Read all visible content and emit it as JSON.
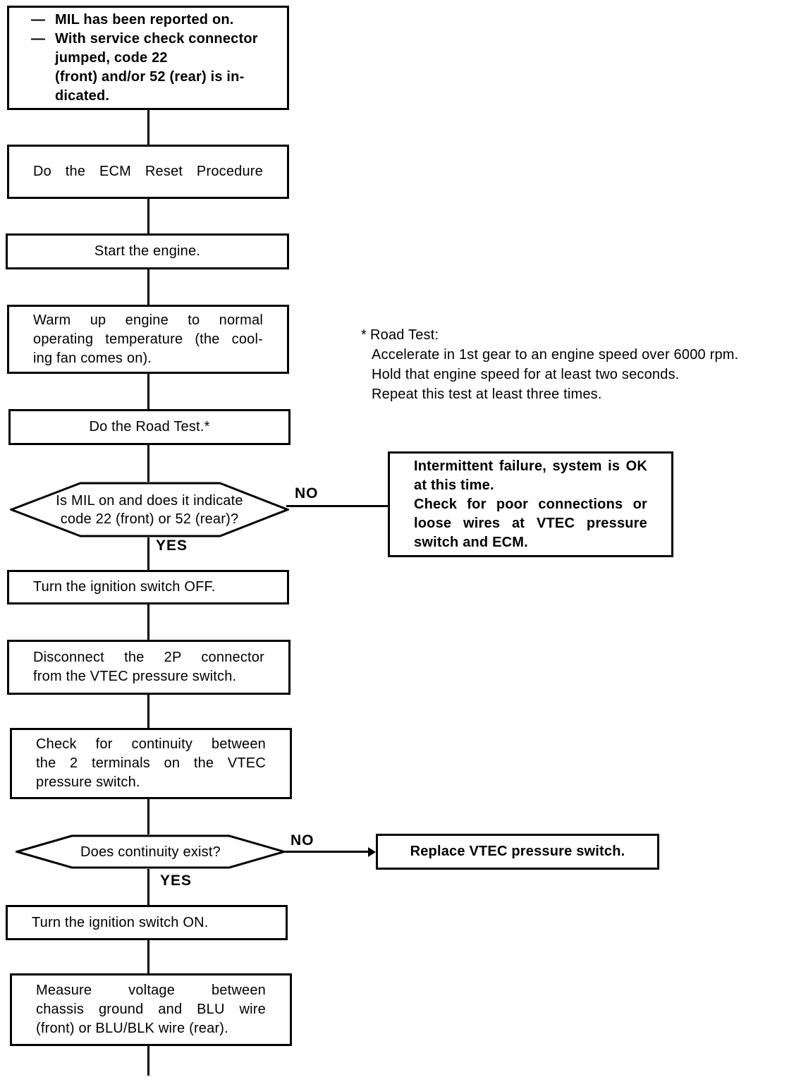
{
  "page": {
    "background": "#ffffff",
    "ink": "#000000"
  },
  "glyphs": {
    "dash": "—",
    "asterisk": "*"
  },
  "nodes": {
    "start_conditions": {
      "items": [
        "MIL has been reported on.",
        "With service check connector\njumped, code 22\n(front) and/or 52 (rear) is in-\ndicated."
      ]
    },
    "ecm_reset": {
      "lines": [
        "Do the ECM Reset Procedure"
      ]
    },
    "start_engine": {
      "text": "Start the engine."
    },
    "warm_up": {
      "lines": [
        "Warm up engine to normal",
        "operating temperature (the cool-",
        "ing fan comes on)."
      ]
    },
    "road_test": {
      "text": "Do the Road Test.*"
    },
    "decision_mil": {
      "lines": [
        "Is MIL on and does it indicate",
        "code 22 (front) or 52 (rear)?"
      ],
      "no_label": "NO",
      "yes_label": "YES"
    },
    "intermittent": {
      "lines": [
        "Intermittent failure, system is OK",
        "at this time.",
        "Check for poor connections or",
        "loose wires at VTEC pressure",
        "switch and ECM."
      ]
    },
    "ignition_off": {
      "text": "Turn the ignition switch OFF."
    },
    "disconnect_2p": {
      "lines": [
        "Disconnect the 2P connector",
        "from the VTEC pressure switch."
      ]
    },
    "check_continuity": {
      "lines": [
        "Check for continuity between",
        "the 2 terminals on the VTEC",
        "pressure switch."
      ]
    },
    "decision_continuity": {
      "text": "Does continuity exist?",
      "no_label": "NO",
      "yes_label": "YES"
    },
    "replace_switch": {
      "text": "Replace VTEC pressure switch."
    },
    "ignition_on": {
      "text": "Turn the ignition switch ON."
    },
    "measure_voltage": {
      "lines": [
        "Measure voltage between",
        "chassis ground and BLU wire",
        "(front) or BLU/BLK wire (rear)."
      ]
    }
  },
  "road_test_note": {
    "title": "Road Test:",
    "lines": [
      "Accelerate in 1st gear to an engine speed over 6000 rpm.",
      "Hold that engine speed for at least two seconds.",
      "Repeat this test at least three times."
    ]
  }
}
